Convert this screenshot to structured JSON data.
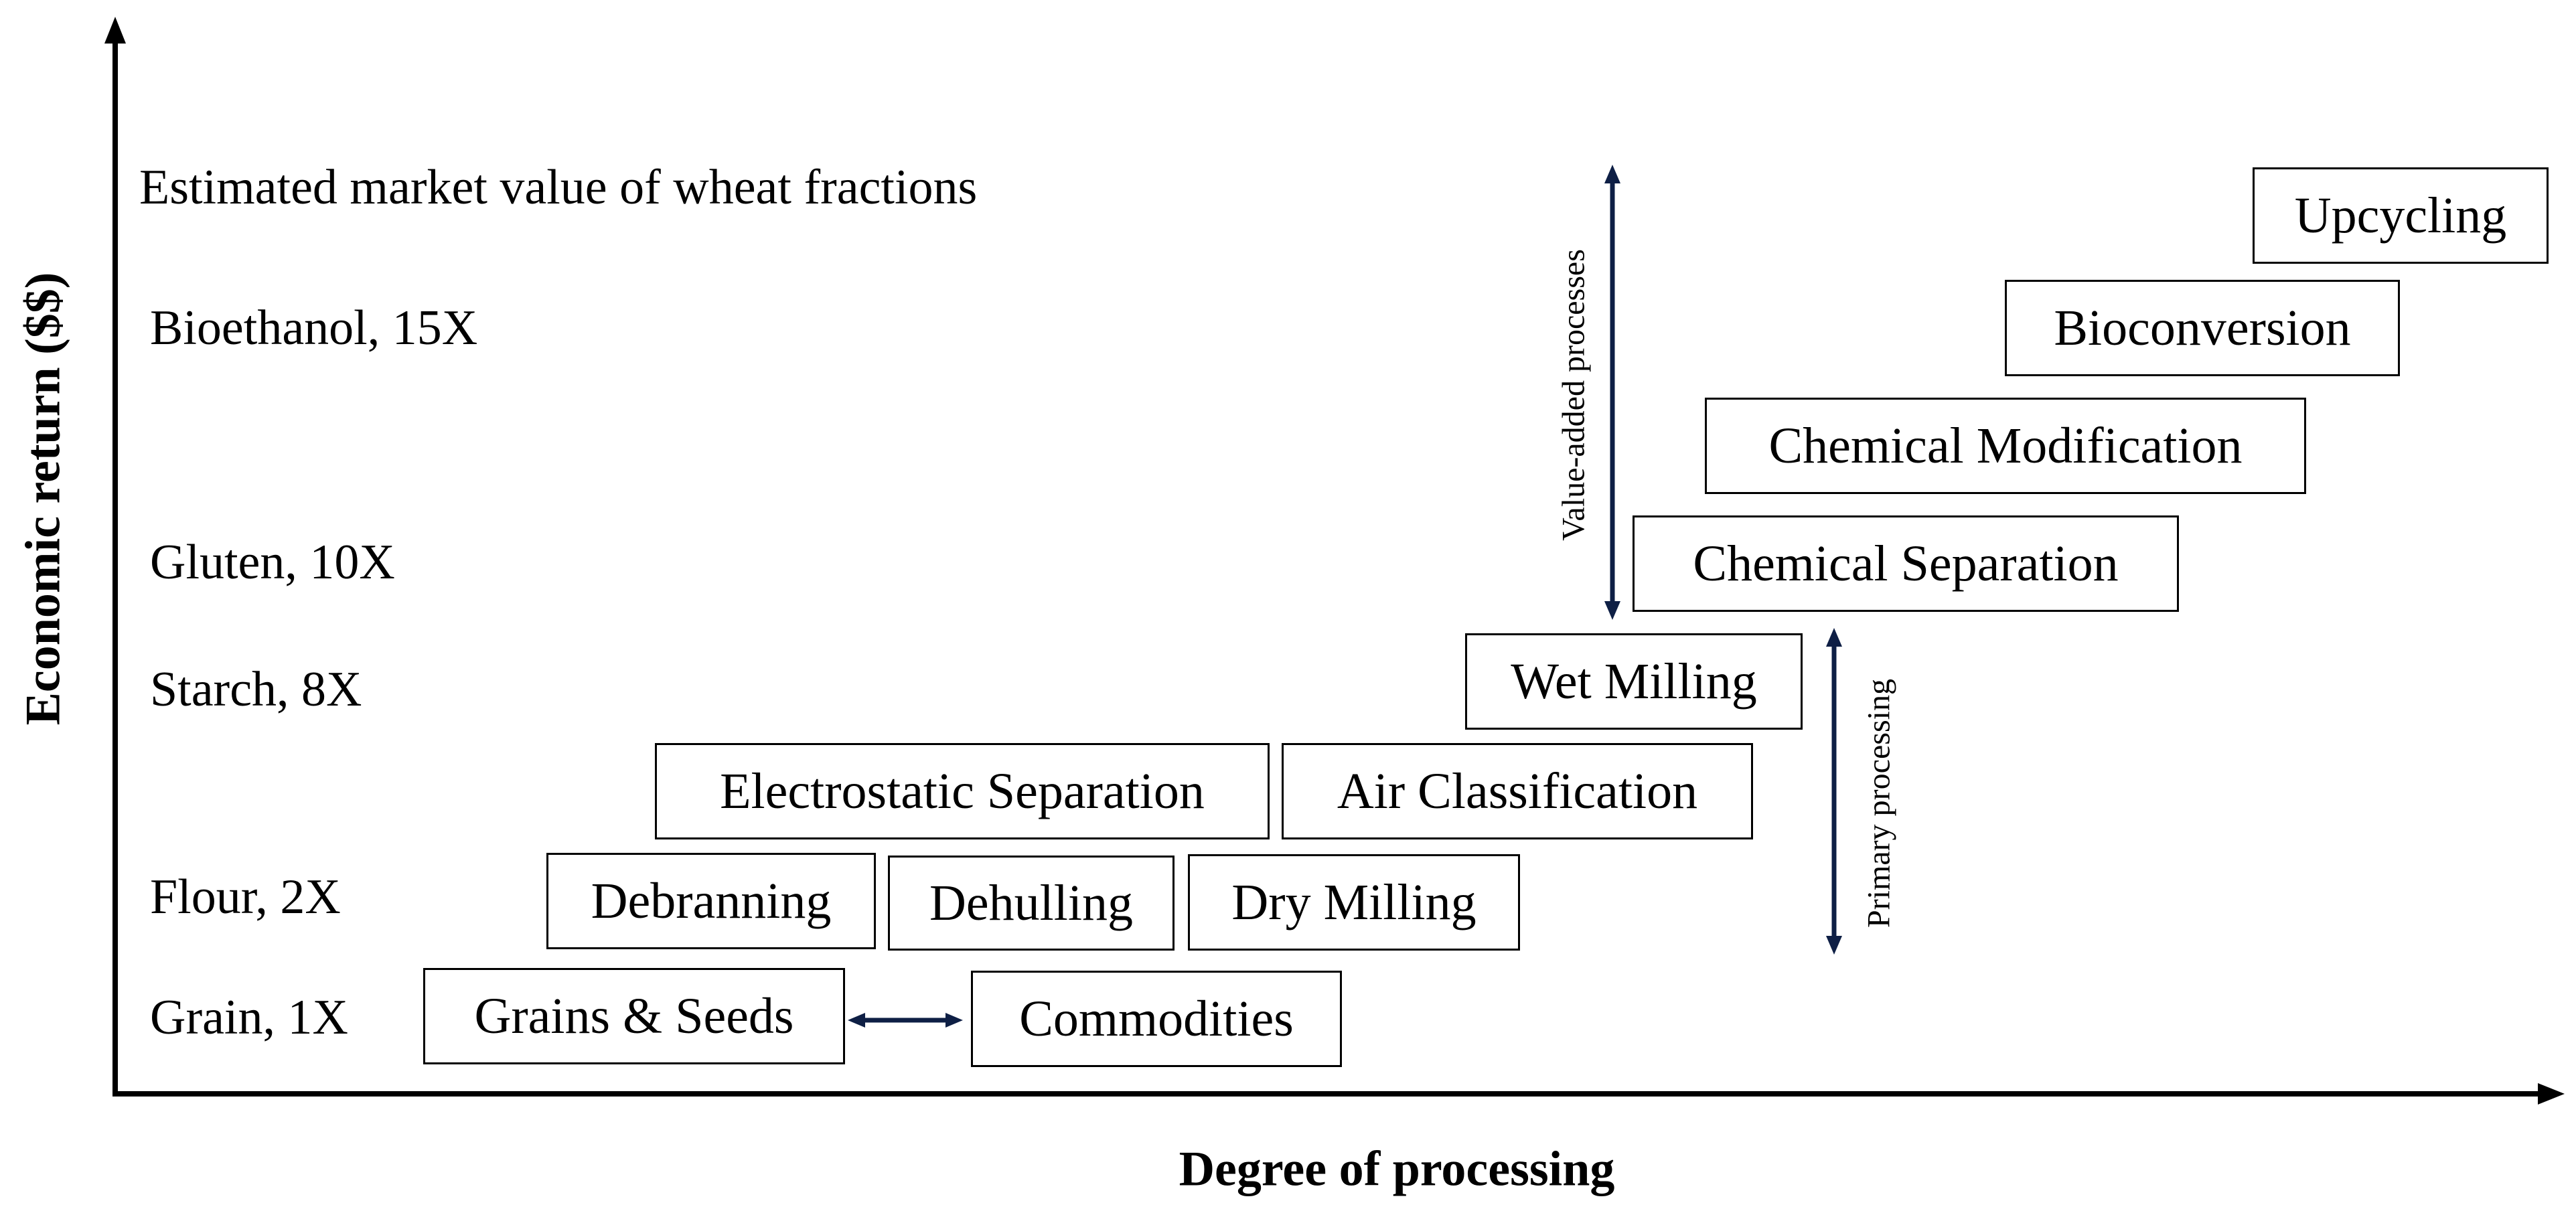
{
  "axes": {
    "y_label": "Economic return ($$)",
    "x_label": "Degree of processing"
  },
  "heading": "Estimated market value of wheat fractions",
  "value_levels": [
    {
      "label": "Bioethanol, 15X"
    },
    {
      "label": "Gluten, 10X"
    },
    {
      "label": "Starch, 8X"
    },
    {
      "label": "Flour, 2X"
    },
    {
      "label": "Grain, 1X"
    }
  ],
  "processes": {
    "upcycling": "Upcycling",
    "bioconversion": "Bioconversion",
    "chemical_modification": "Chemical Modification",
    "chemical_separation": "Chemical Separation",
    "wet_milling": "Wet Milling",
    "electrostatic_separation": "Electrostatic Separation",
    "air_classification": "Air Classification",
    "debranning": "Debranning",
    "dehulling": "Dehulling",
    "dry_milling": "Dry Milling",
    "grains_seeds": "Grains & Seeds",
    "commodities": "Commodities"
  },
  "arrow_labels": {
    "value_added": "Value-added processes",
    "primary": "Primary processing"
  },
  "colors": {
    "arrow_navy": "#0e1f45",
    "axis": "#000000"
  }
}
